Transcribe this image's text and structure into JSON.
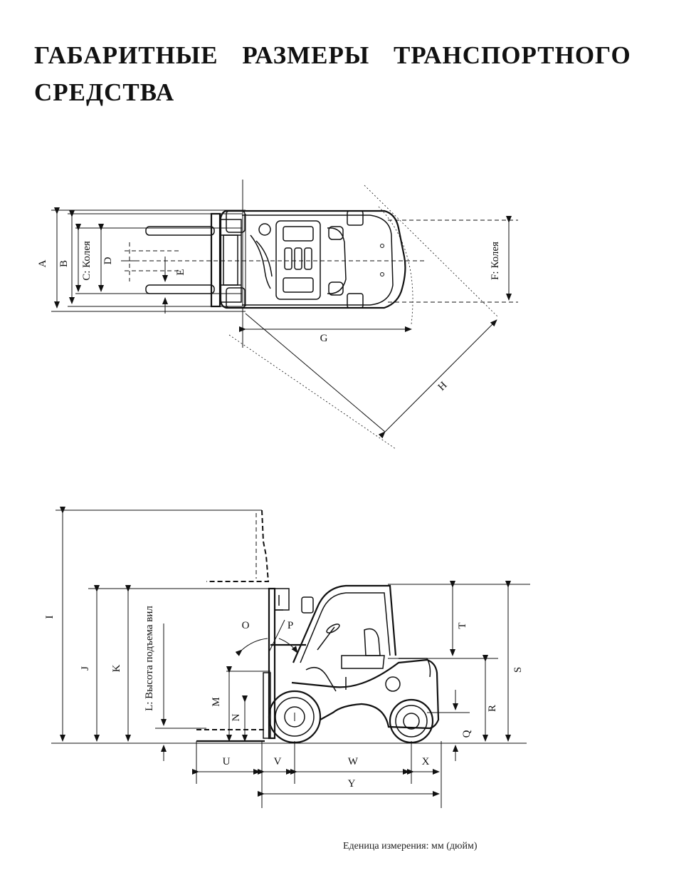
{
  "title": {
    "line1": "ГАБАРИТНЫЕ РАЗМЕРЫ ТРАНСПОРТНОГО",
    "line2": "СРЕДСТВА"
  },
  "top_view": {
    "labels": {
      "A": "A",
      "B": "B",
      "C": "C: Колея",
      "D": "D",
      "E": "E",
      "F": "F: Колея",
      "G": "G",
      "H": "H"
    }
  },
  "side_view": {
    "labels": {
      "I": "I",
      "J": "J",
      "K": "K",
      "L": "L: Высота подъема вил",
      "M": "M",
      "N": "N",
      "O": "O",
      "P": "P",
      "Q": "Q",
      "R": "R",
      "S": "S",
      "T": "T",
      "U": "U",
      "V": "V",
      "W": "W",
      "X": "X",
      "Y": "Y"
    }
  },
  "footer": {
    "unit_note": "Еденица измерения: мм (дюйм)"
  }
}
